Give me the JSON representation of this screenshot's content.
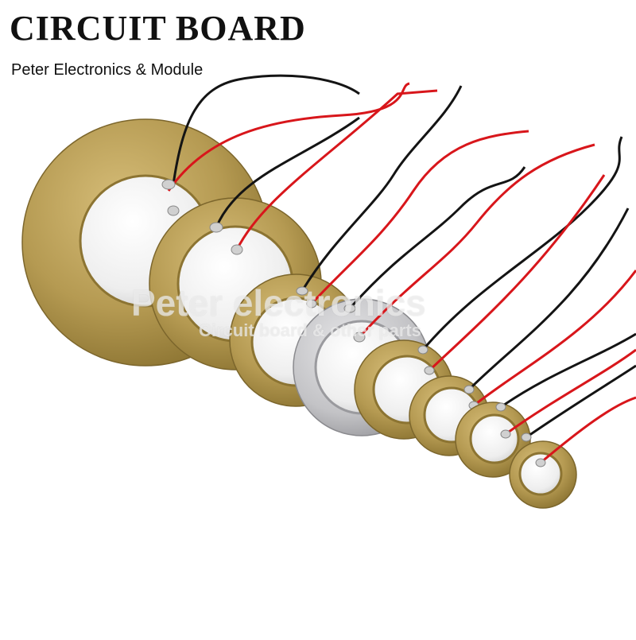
{
  "header": {
    "title": "CIRCUIT BOARD",
    "subtitle": "Peter Electronics & Module"
  },
  "watermark": {
    "line1": "Peter electronics",
    "line2": "Circuit board & other parts"
  },
  "colors": {
    "brass": "#b59a52",
    "brass_dark": "#8c7432",
    "silver": "#c9c9cc",
    "ceramic": "#f1f1f1",
    "wire_red": "#d8161b",
    "wire_black": "#141414"
  }
}
